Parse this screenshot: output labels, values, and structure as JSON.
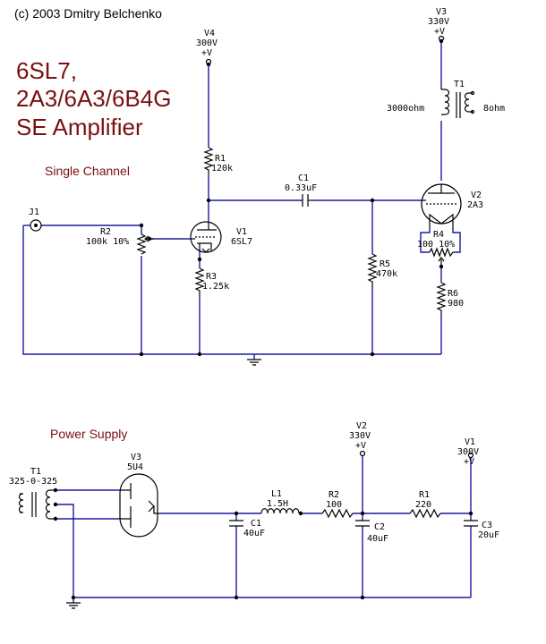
{
  "header": {
    "copyright": "(c) 2003 Dmitry Belchenko",
    "title_line1": "6SL7,",
    "title_line2": "2A3/6A3/6B4G",
    "title_line3": "SE Amplifier",
    "subtitle": "Single Channel",
    "power_title": "Power Supply"
  },
  "colors": {
    "title": "#7a1010",
    "subtitle": "#7a1010",
    "wire": "#1a1aa6",
    "text": "#000000"
  },
  "amp": {
    "v4": {
      "name": "V4",
      "voltage": "300V",
      "sign": "+V"
    },
    "v3": {
      "name": "V3",
      "voltage": "330V",
      "sign": "+V"
    },
    "t1": {
      "name": "T1",
      "primary": "3000ohm",
      "secondary": "8ohm"
    },
    "r1": {
      "name": "R1",
      "value": "120k"
    },
    "c1": {
      "name": "C1",
      "value": "0.33uF"
    },
    "j1": {
      "name": "J1"
    },
    "r2": {
      "name": "R2",
      "value": "100k 10%"
    },
    "v1": {
      "name": "V1",
      "type": "6SL7"
    },
    "r3": {
      "name": "R3",
      "value": "1.25k"
    },
    "r5": {
      "name": "R5",
      "value": "470k"
    },
    "v2": {
      "name": "V2",
      "type": "2A3"
    },
    "r4": {
      "name": "R4",
      "value": "100 10%"
    },
    "r6": {
      "name": "R6",
      "value": "980"
    }
  },
  "psu": {
    "t1": {
      "name": "T1",
      "value": "325-0-325"
    },
    "v3": {
      "name": "V3",
      "type": "5U4"
    },
    "c1": {
      "name": "C1",
      "value": "40uF"
    },
    "l1": {
      "name": "L1",
      "value": "1.5H"
    },
    "r2": {
      "name": "R2",
      "value": "100"
    },
    "v2": {
      "name": "V2",
      "voltage": "330V",
      "sign": "+V"
    },
    "c2": {
      "name": "C2",
      "value": "40uF"
    },
    "r1": {
      "name": "R1",
      "value": "220"
    },
    "v1": {
      "name": "V1",
      "voltage": "300V",
      "sign": "+V"
    },
    "c3": {
      "name": "C3",
      "value": "20uF"
    }
  }
}
